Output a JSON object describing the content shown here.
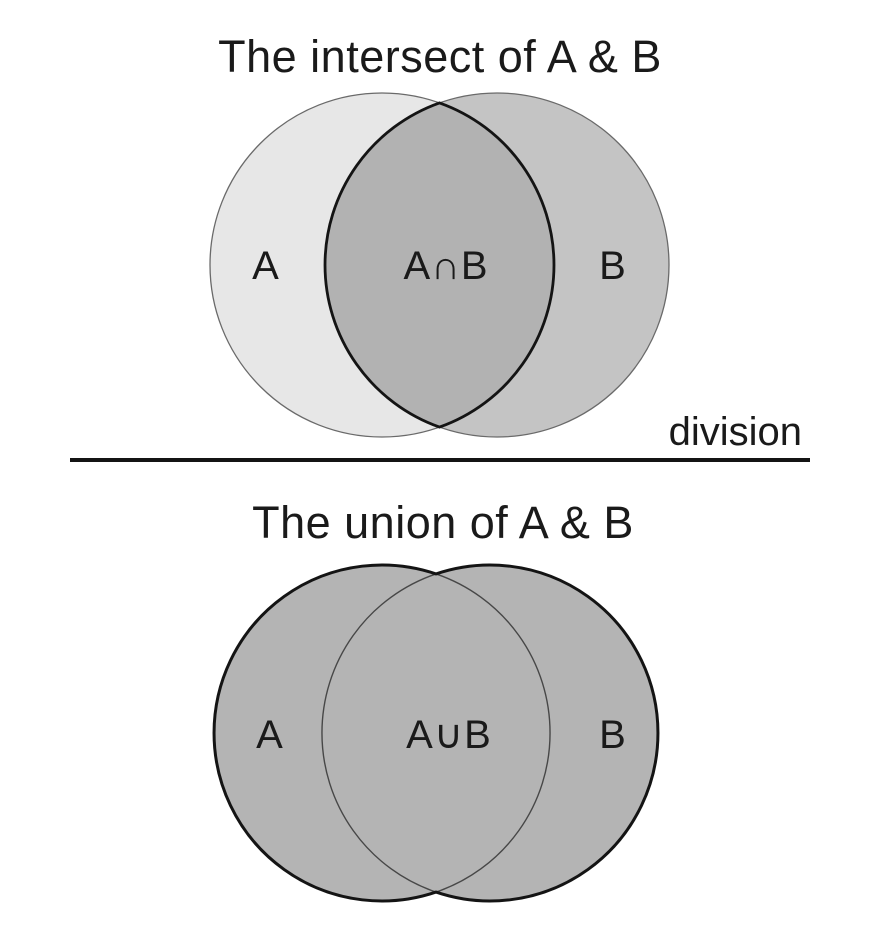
{
  "figure": {
    "top_diagram": {
      "title": "The intersect of A & B",
      "set_a_label": "A",
      "intersection_label": "A∩B",
      "set_b_label": "B"
    },
    "divider_label": "division",
    "bottom_diagram": {
      "title": "The union of A & B",
      "set_a_label": "A",
      "union_label": "A∪B",
      "set_b_label": "B"
    }
  },
  "colors": {
    "background": "#ffffff",
    "set_a_top_fill": "#e7e7e7",
    "set_b_top_fill": "#c4c4c4",
    "intersection_fill": "#b2b2b2",
    "union_fill": "#b4b4b4",
    "thin_stroke": "#6a6a6a",
    "inner_arc_stroke": "#474747",
    "thick_stroke": "#141414",
    "text": "#1a1a1a"
  }
}
